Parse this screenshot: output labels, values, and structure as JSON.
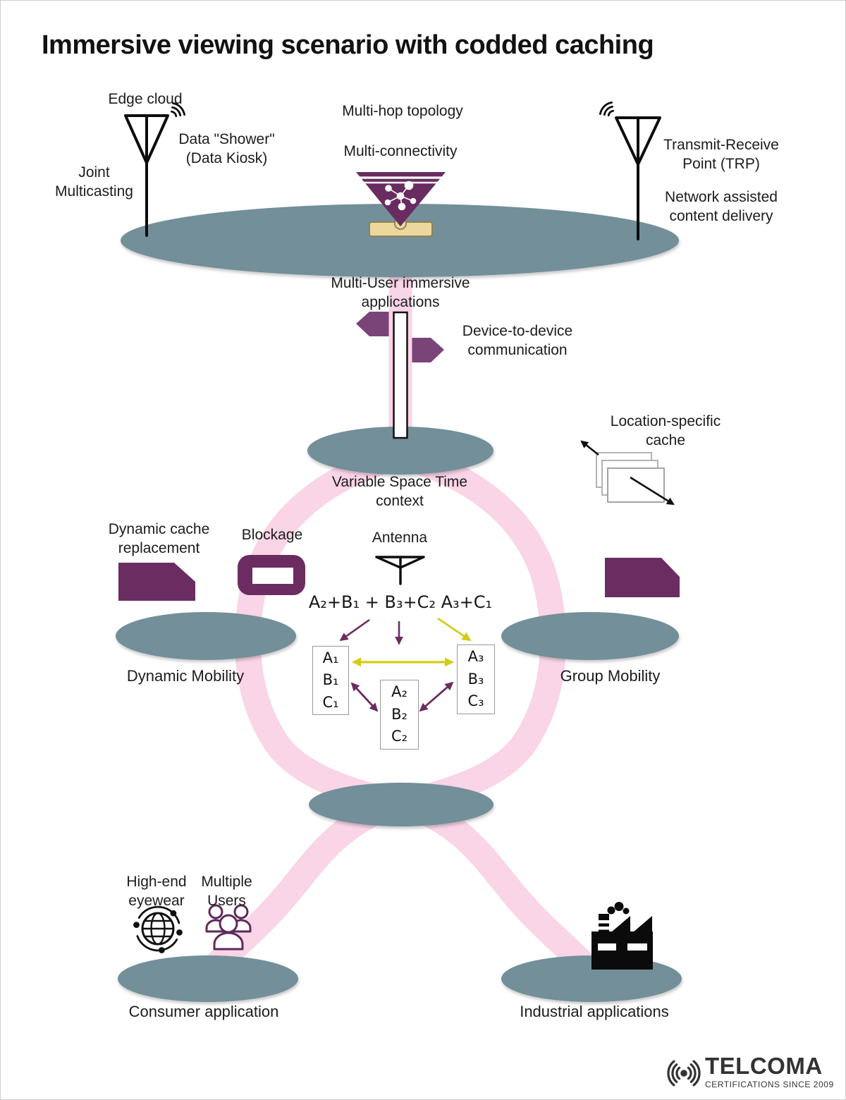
{
  "title": "Immersive viewing scenario with codded caching",
  "labels": {
    "edge_cloud": "Edge cloud",
    "data_shower": "Data \"Shower\"\n(Data Kiosk)",
    "joint_multicasting": "Joint\nMulticasting",
    "multi_hop": "Multi-hop topology",
    "multi_connectivity": "Multi-connectivity",
    "trp": "Transmit-Receive\nPoint (TRP)",
    "network_assisted": "Network assisted\ncontent delivery",
    "multi_user": "Multi-User immersive\napplications",
    "d2d": "Device-to-device\ncommunication",
    "location_cache": "Location-specific\ncache",
    "vstc": "Variable Space Time\ncontext",
    "dynamic_cache": "Dynamic cache\nreplacement",
    "blockage": "Blockage",
    "antenna": "Antenna",
    "dynamic_mobility": "Dynamic Mobility",
    "group_mobility": "Group Mobility",
    "high_end_eyewear": "High-end\neyewear",
    "multiple_users": "Multiple\nUsers",
    "consumer": "Consumer application",
    "industrial": "Industrial applications"
  },
  "formula": "A₂+B₁ + B₃+C₂ A₃+C₁",
  "cache_boxes": {
    "left": {
      "lines": [
        "A₁",
        "B₁",
        "C₁"
      ]
    },
    "middle": {
      "lines": [
        "A₂",
        "B₂",
        "C₂"
      ]
    },
    "right": {
      "lines": [
        "A₃",
        "B₃",
        "C₃"
      ]
    }
  },
  "logo": {
    "name": "TELCOMA",
    "tagline": "CERTIFICATIONS SINCE 2009"
  },
  "colors": {
    "platform_ellipse": "#738f99",
    "pink_band": "#fad4e7",
    "purple_solid": "#6b2d61",
    "purple_arrow": "#7b4478",
    "yellow_arrow": "#d5cb1a",
    "base_tan": "#ecd79c",
    "text": "#1c1c1c"
  },
  "icons": {
    "edge_cloud_antenna": "antenna-mast-with-waves",
    "trp_antenna": "antenna-mast-with-waves",
    "hologram_funnel": "purple-inverted-cone-on-stand",
    "network_nodes": "connected-nodes",
    "signpost_pole": "white-vertical-pole",
    "d2d_arrows": "left-right-purple-arrows",
    "location_cache_stack": "stacked-cards-with-arrows",
    "vehicle": "purple-car-silhouette",
    "blockage_block": "purple-frame-block",
    "small_antenna": "antenna-glyph",
    "globe_network": "globe-with-orbit-dots",
    "multiple_users": "three-people-outline",
    "factory": "factory-silhouette",
    "telcoma_signal": "radiating-signal-dot"
  }
}
